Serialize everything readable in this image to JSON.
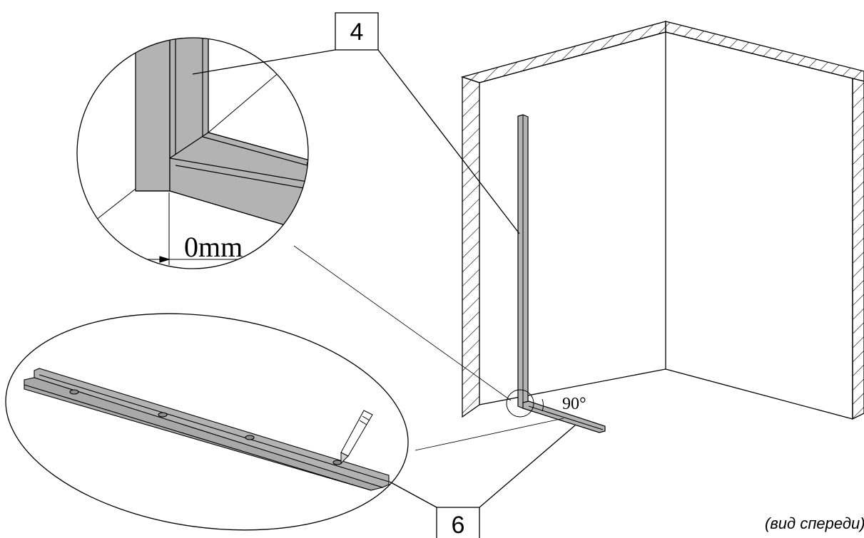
{
  "callouts": [
    {
      "id": "4",
      "label": "4"
    },
    {
      "id": "6",
      "label": "6"
    }
  ],
  "dimension": {
    "label": "0mm"
  },
  "angle": {
    "label": "90°"
  },
  "view_caption": "(вид спереди)",
  "colors": {
    "profile_fill": "#b3b3b3",
    "profile_dark": "#8c8c8c",
    "line": "#000000",
    "background": "#ffffff"
  },
  "icons": [
    "pencil-icon"
  ]
}
